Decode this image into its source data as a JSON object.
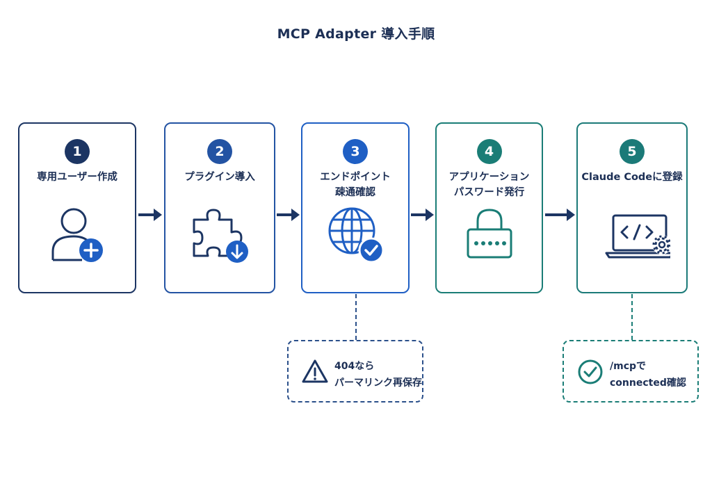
{
  "title": "MCP Adapter 導入手順",
  "steps": [
    {
      "number": "1",
      "label": "専用ユーザー作成",
      "icon": "user-add-icon",
      "color": "#1c3563"
    },
    {
      "number": "2",
      "label": "プラグイン導入",
      "icon": "puzzle-download-icon",
      "color": "#2353a3"
    },
    {
      "number": "3",
      "label": "エンドポイント\n疎通確認",
      "icon": "globe-check-icon",
      "color": "#1f5fc4"
    },
    {
      "number": "4",
      "label": "アプリケーション\nパスワード発行",
      "icon": "lock-password-icon",
      "color": "#1a7d76"
    },
    {
      "number": "5",
      "label": "Claude Codeに登録",
      "icon": "laptop-code-gear-icon",
      "color": "#1b7a78"
    }
  ],
  "notes": {
    "step3": {
      "text": "404なら\nパーマリンク再保存",
      "icon": "warning-icon",
      "color": "#2a4f8a"
    },
    "step5": {
      "text": "/mcpで\nconnected確認",
      "icon": "check-circle-icon",
      "color": "#1a7d76"
    }
  }
}
